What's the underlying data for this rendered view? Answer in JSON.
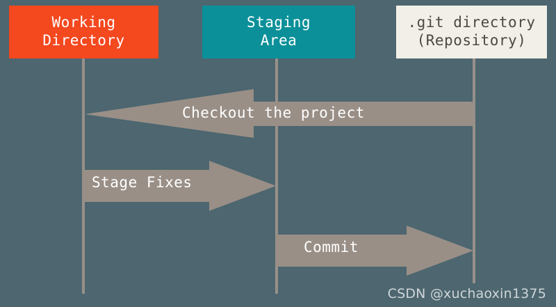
{
  "diagram": {
    "type": "git-workflow-sequence",
    "background_color": "#4d666f",
    "lifeline_color": "#97908a",
    "arrow_color": "#998f87",
    "nodes": [
      {
        "id": "working-directory",
        "label": "Working\nDirectory",
        "fill": "#f4481f",
        "text_color": "#ffffff"
      },
      {
        "id": "staging-area",
        "label": "Staging\nArea",
        "fill": "#0b9099",
        "text_color": "#ffffff"
      },
      {
        "id": "git-directory",
        "label": ".git directory\n(Repository)",
        "fill": "#f1efe8",
        "text_color": "#4a4a42"
      }
    ],
    "arrows": [
      {
        "id": "checkout",
        "label": "Checkout the project",
        "direction": "left",
        "from": "git-directory",
        "to": "working-directory"
      },
      {
        "id": "stage-fixes",
        "label": "Stage Fixes",
        "direction": "right",
        "from": "working-directory",
        "to": "staging-area"
      },
      {
        "id": "commit",
        "label": "Commit",
        "direction": "right",
        "from": "staging-area",
        "to": "git-directory"
      }
    ],
    "watermark": "CSDN @xuchaoxin1375"
  }
}
